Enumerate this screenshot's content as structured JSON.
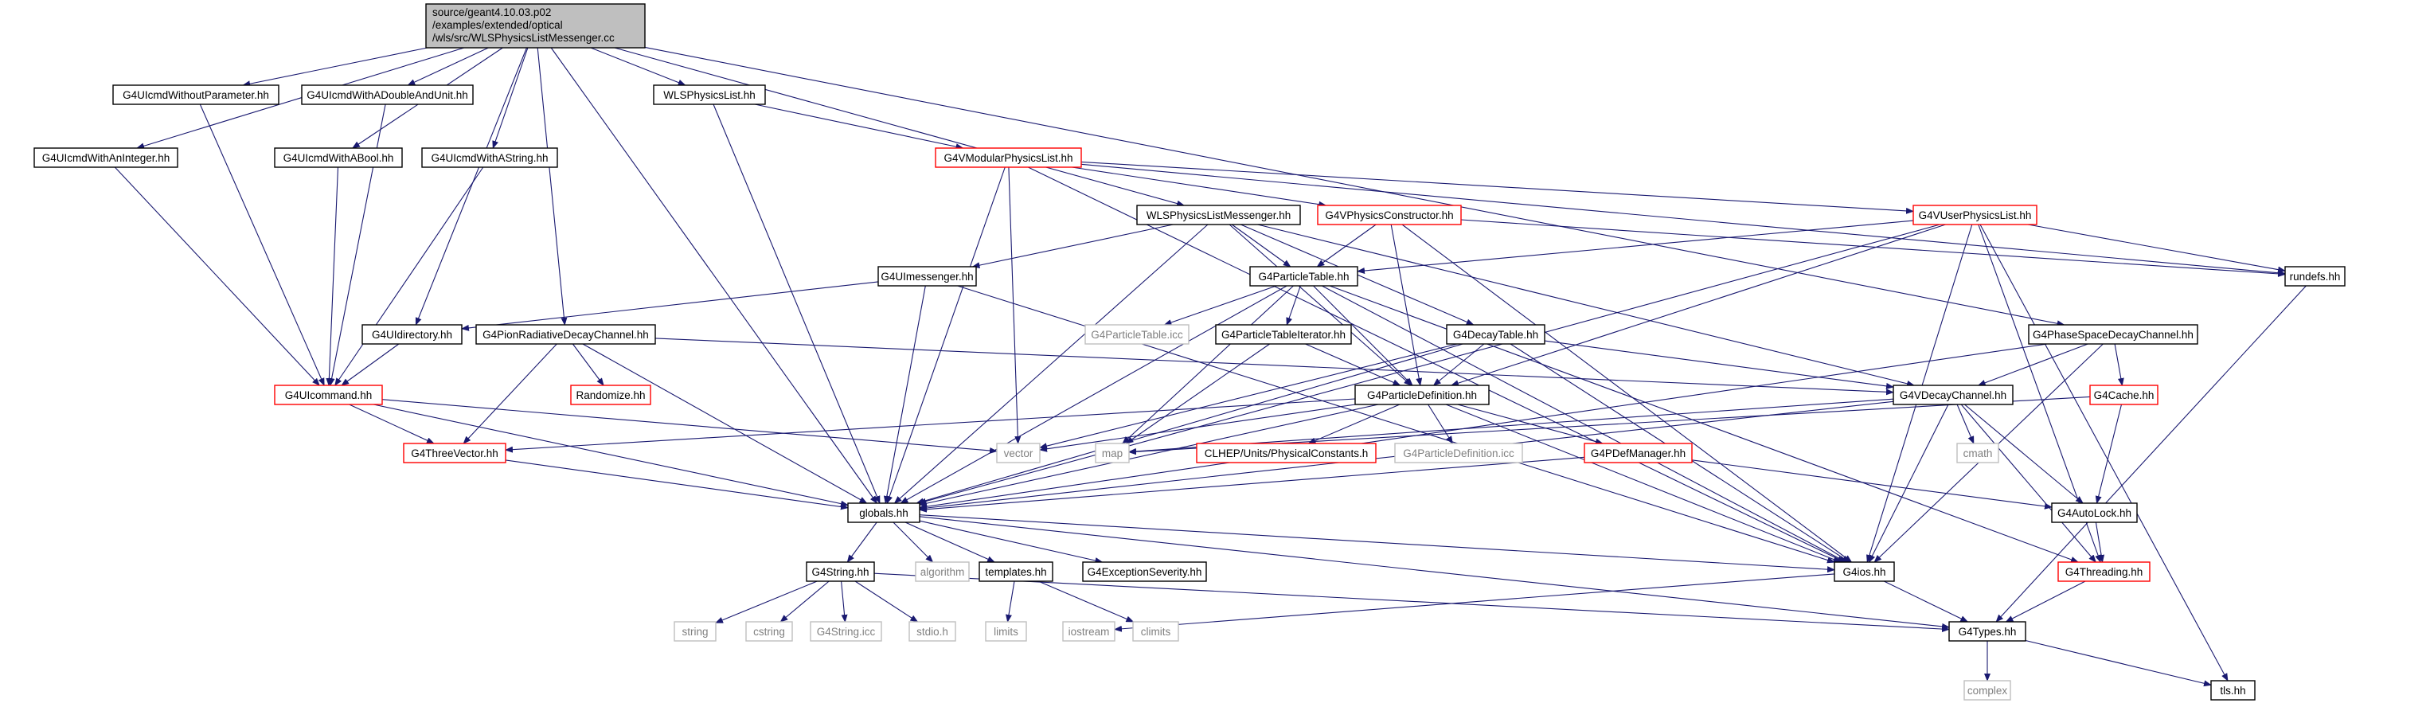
{
  "diagram": {
    "nodes": [
      {
        "id": "root",
        "label_lines": [
          "source/geant4.10.03.p02",
          "/examples/extended/optical",
          "/wls/src/WLSPhysicsListMessenger.cc"
        ],
        "style": "root"
      },
      {
        "id": "noparam",
        "label": "G4UIcmdWithoutParameter.hh",
        "style": "black"
      },
      {
        "id": "doubleunit",
        "label": "G4UIcmdWithADoubleAndUnit.hh",
        "style": "black"
      },
      {
        "id": "wlsphys",
        "label": "WLSPhysicsList.hh",
        "style": "black"
      },
      {
        "id": "anint",
        "label": "G4UIcmdWithAnInteger.hh",
        "style": "black"
      },
      {
        "id": "abool",
        "label": "G4UIcmdWithABool.hh",
        "style": "black"
      },
      {
        "id": "astring",
        "label": "G4UIcmdWithAString.hh",
        "style": "black"
      },
      {
        "id": "modular",
        "label": "G4VModularPhysicsList.hh",
        "style": "red"
      },
      {
        "id": "wlsmsg",
        "label": "WLSPhysicsListMessenger.hh",
        "style": "black"
      },
      {
        "id": "physctor",
        "label": "G4VPhysicsConstructor.hh",
        "style": "red"
      },
      {
        "id": "userphys",
        "label": "G4VUserPhysicsList.hh",
        "style": "red"
      },
      {
        "id": "uimessenger",
        "label": "G4UImessenger.hh",
        "style": "black"
      },
      {
        "id": "ptable",
        "label": "G4ParticleTable.hh",
        "style": "black"
      },
      {
        "id": "rundefs",
        "label": "rundefs.hh",
        "style": "black"
      },
      {
        "id": "uidir",
        "label": "G4UIdirectory.hh",
        "style": "black"
      },
      {
        "id": "pion",
        "label": "G4PionRadiativeDecayChannel.hh",
        "style": "black"
      },
      {
        "id": "ptableicc",
        "label": "G4ParticleTable.icc",
        "style": "gray"
      },
      {
        "id": "ptableiter",
        "label": "G4ParticleTableIterator.hh",
        "style": "black"
      },
      {
        "id": "decaytable",
        "label": "G4DecayTable.hh",
        "style": "black"
      },
      {
        "id": "phasespace",
        "label": "G4PhaseSpaceDecayChannel.hh",
        "style": "black"
      },
      {
        "id": "uicommand",
        "label": "G4UIcommand.hh",
        "style": "red"
      },
      {
        "id": "randomize",
        "label": "Randomize.hh",
        "style": "red"
      },
      {
        "id": "pdef",
        "label": "G4ParticleDefinition.hh",
        "style": "black"
      },
      {
        "id": "vdecay",
        "label": "G4VDecayChannel.hh",
        "style": "black"
      },
      {
        "id": "cache",
        "label": "G4Cache.hh",
        "style": "red"
      },
      {
        "id": "threevec",
        "label": "G4ThreeVector.hh",
        "style": "red"
      },
      {
        "id": "vector",
        "label": "vector",
        "style": "gray"
      },
      {
        "id": "map",
        "label": "map",
        "style": "gray"
      },
      {
        "id": "clhep",
        "label": "CLHEP/Units/PhysicalConstants.h",
        "style": "red"
      },
      {
        "id": "pdeficc",
        "label": "G4ParticleDefinition.icc",
        "style": "gray"
      },
      {
        "id": "pdefmgr",
        "label": "G4PDefManager.hh",
        "style": "red"
      },
      {
        "id": "cmath",
        "label": "cmath",
        "style": "gray"
      },
      {
        "id": "globals",
        "label": "globals.hh",
        "style": "black"
      },
      {
        "id": "autolock",
        "label": "G4AutoLock.hh",
        "style": "black"
      },
      {
        "id": "g4string",
        "label": "G4String.hh",
        "style": "black"
      },
      {
        "id": "algorithm",
        "label": "algorithm",
        "style": "gray"
      },
      {
        "id": "templates",
        "label": "templates.hh",
        "style": "black"
      },
      {
        "id": "exception",
        "label": "G4ExceptionSeverity.hh",
        "style": "black"
      },
      {
        "id": "g4ios",
        "label": "G4ios.hh",
        "style": "black"
      },
      {
        "id": "threading",
        "label": "G4Threading.hh",
        "style": "red"
      },
      {
        "id": "string",
        "label": "string",
        "style": "gray"
      },
      {
        "id": "cstring",
        "label": "cstring",
        "style": "gray"
      },
      {
        "id": "g4stringicc",
        "label": "G4String.icc",
        "style": "gray"
      },
      {
        "id": "stdio",
        "label": "stdio.h",
        "style": "gray"
      },
      {
        "id": "limits",
        "label": "limits",
        "style": "gray"
      },
      {
        "id": "iostream",
        "label": "iostream",
        "style": "gray"
      },
      {
        "id": "climits",
        "label": "climits",
        "style": "gray"
      },
      {
        "id": "g4types",
        "label": "G4Types.hh",
        "style": "black"
      },
      {
        "id": "complex",
        "label": "complex",
        "style": "gray"
      },
      {
        "id": "tls",
        "label": "tls.hh",
        "style": "black"
      }
    ],
    "edges": [
      [
        "root",
        "noparam"
      ],
      [
        "root",
        "doubleunit"
      ],
      [
        "root",
        "wlsphys"
      ],
      [
        "root",
        "anint"
      ],
      [
        "root",
        "abool"
      ],
      [
        "root",
        "astring"
      ],
      [
        "root",
        "wlsmsg"
      ],
      [
        "root",
        "uidir"
      ],
      [
        "root",
        "pion"
      ],
      [
        "root",
        "globals"
      ],
      [
        "root",
        "phasespace"
      ],
      [
        "noparam",
        "uicommand"
      ],
      [
        "doubleunit",
        "uicommand"
      ],
      [
        "anint",
        "uicommand"
      ],
      [
        "abool",
        "uicommand"
      ],
      [
        "astring",
        "uicommand"
      ],
      [
        "wlsphys",
        "modular"
      ],
      [
        "wlsphys",
        "globals"
      ],
      [
        "modular",
        "physctor"
      ],
      [
        "modular",
        "userphys"
      ],
      [
        "modular",
        "vector"
      ],
      [
        "modular",
        "globals"
      ],
      [
        "modular",
        "g4ios"
      ],
      [
        "modular",
        "rundefs"
      ],
      [
        "wlsmsg",
        "uimessenger"
      ],
      [
        "wlsmsg",
        "ptable"
      ],
      [
        "wlsmsg",
        "decaytable"
      ],
      [
        "wlsmsg",
        "pdef"
      ],
      [
        "wlsmsg",
        "vdecay"
      ],
      [
        "wlsmsg",
        "globals"
      ],
      [
        "physctor",
        "ptable"
      ],
      [
        "physctor",
        "pdef"
      ],
      [
        "physctor",
        "rundefs"
      ],
      [
        "physctor",
        "g4ios"
      ],
      [
        "userphys",
        "ptable"
      ],
      [
        "userphys",
        "pdef"
      ],
      [
        "userphys",
        "rundefs"
      ],
      [
        "userphys",
        "globals"
      ],
      [
        "userphys",
        "g4ios"
      ],
      [
        "userphys",
        "tls"
      ],
      [
        "userphys",
        "threading"
      ],
      [
        "uimessenger",
        "uidir"
      ],
      [
        "uimessenger",
        "globals"
      ],
      [
        "uimessenger",
        "g4ios"
      ],
      [
        "ptable",
        "ptableicc"
      ],
      [
        "ptable",
        "ptableiter"
      ],
      [
        "ptable",
        "pdef"
      ],
      [
        "ptable",
        "map"
      ],
      [
        "ptable",
        "globals"
      ],
      [
        "ptable",
        "g4ios"
      ],
      [
        "ptable",
        "threading"
      ],
      [
        "uidir",
        "uicommand"
      ],
      [
        "pion",
        "randomize"
      ],
      [
        "pion",
        "threevec"
      ],
      [
        "pion",
        "globals"
      ],
      [
        "pion",
        "vdecay"
      ],
      [
        "ptableiter",
        "pdef"
      ],
      [
        "ptableiter",
        "map"
      ],
      [
        "decaytable",
        "pdef"
      ],
      [
        "decaytable",
        "vdecay"
      ],
      [
        "decaytable",
        "vector"
      ],
      [
        "decaytable",
        "globals"
      ],
      [
        "decaytable",
        "g4ios"
      ],
      [
        "phasespace",
        "vdecay"
      ],
      [
        "phasespace",
        "cache"
      ],
      [
        "phasespace",
        "globals"
      ],
      [
        "phasespace",
        "g4ios"
      ],
      [
        "uicommand",
        "threevec"
      ],
      [
        "uicommand",
        "globals"
      ],
      [
        "uicommand",
        "vector"
      ],
      [
        "pdef",
        "threevec"
      ],
      [
        "pdef",
        "vector"
      ],
      [
        "pdef",
        "clhep"
      ],
      [
        "pdef",
        "pdeficc"
      ],
      [
        "pdef",
        "pdefmgr"
      ],
      [
        "pdef",
        "globals"
      ],
      [
        "pdef",
        "g4ios"
      ],
      [
        "vdecay",
        "map"
      ],
      [
        "vdecay",
        "cmath"
      ],
      [
        "vdecay",
        "autolock"
      ],
      [
        "vdecay",
        "threading"
      ],
      [
        "vdecay",
        "globals"
      ],
      [
        "vdecay",
        "g4ios"
      ],
      [
        "cache",
        "map"
      ],
      [
        "cache",
        "autolock"
      ],
      [
        "threevec",
        "globals"
      ],
      [
        "pdefmgr",
        "globals"
      ],
      [
        "pdefmgr",
        "autolock"
      ],
      [
        "globals",
        "g4string"
      ],
      [
        "globals",
        "algorithm"
      ],
      [
        "globals",
        "templates"
      ],
      [
        "globals",
        "exception"
      ],
      [
        "globals",
        "g4ios"
      ],
      [
        "globals",
        "g4types"
      ],
      [
        "autolock",
        "threading"
      ],
      [
        "g4string",
        "string"
      ],
      [
        "g4string",
        "cstring"
      ],
      [
        "g4string",
        "g4stringicc"
      ],
      [
        "g4string",
        "stdio"
      ],
      [
        "g4string",
        "g4types"
      ],
      [
        "templates",
        "limits"
      ],
      [
        "templates",
        "climits"
      ],
      [
        "g4ios",
        "g4types"
      ],
      [
        "g4ios",
        "iostream"
      ],
      [
        "threading",
        "g4types"
      ],
      [
        "g4types",
        "complex"
      ],
      [
        "g4types",
        "tls"
      ],
      [
        "rundefs",
        "g4types"
      ]
    ]
  },
  "colors": {
    "node_border_black": "#000000",
    "node_border_red": "#ff0000",
    "node_border_gray": "#bfbfbf",
    "root_fill": "#bfbfbf",
    "edge": "#191970",
    "text_gray": "#808080"
  }
}
